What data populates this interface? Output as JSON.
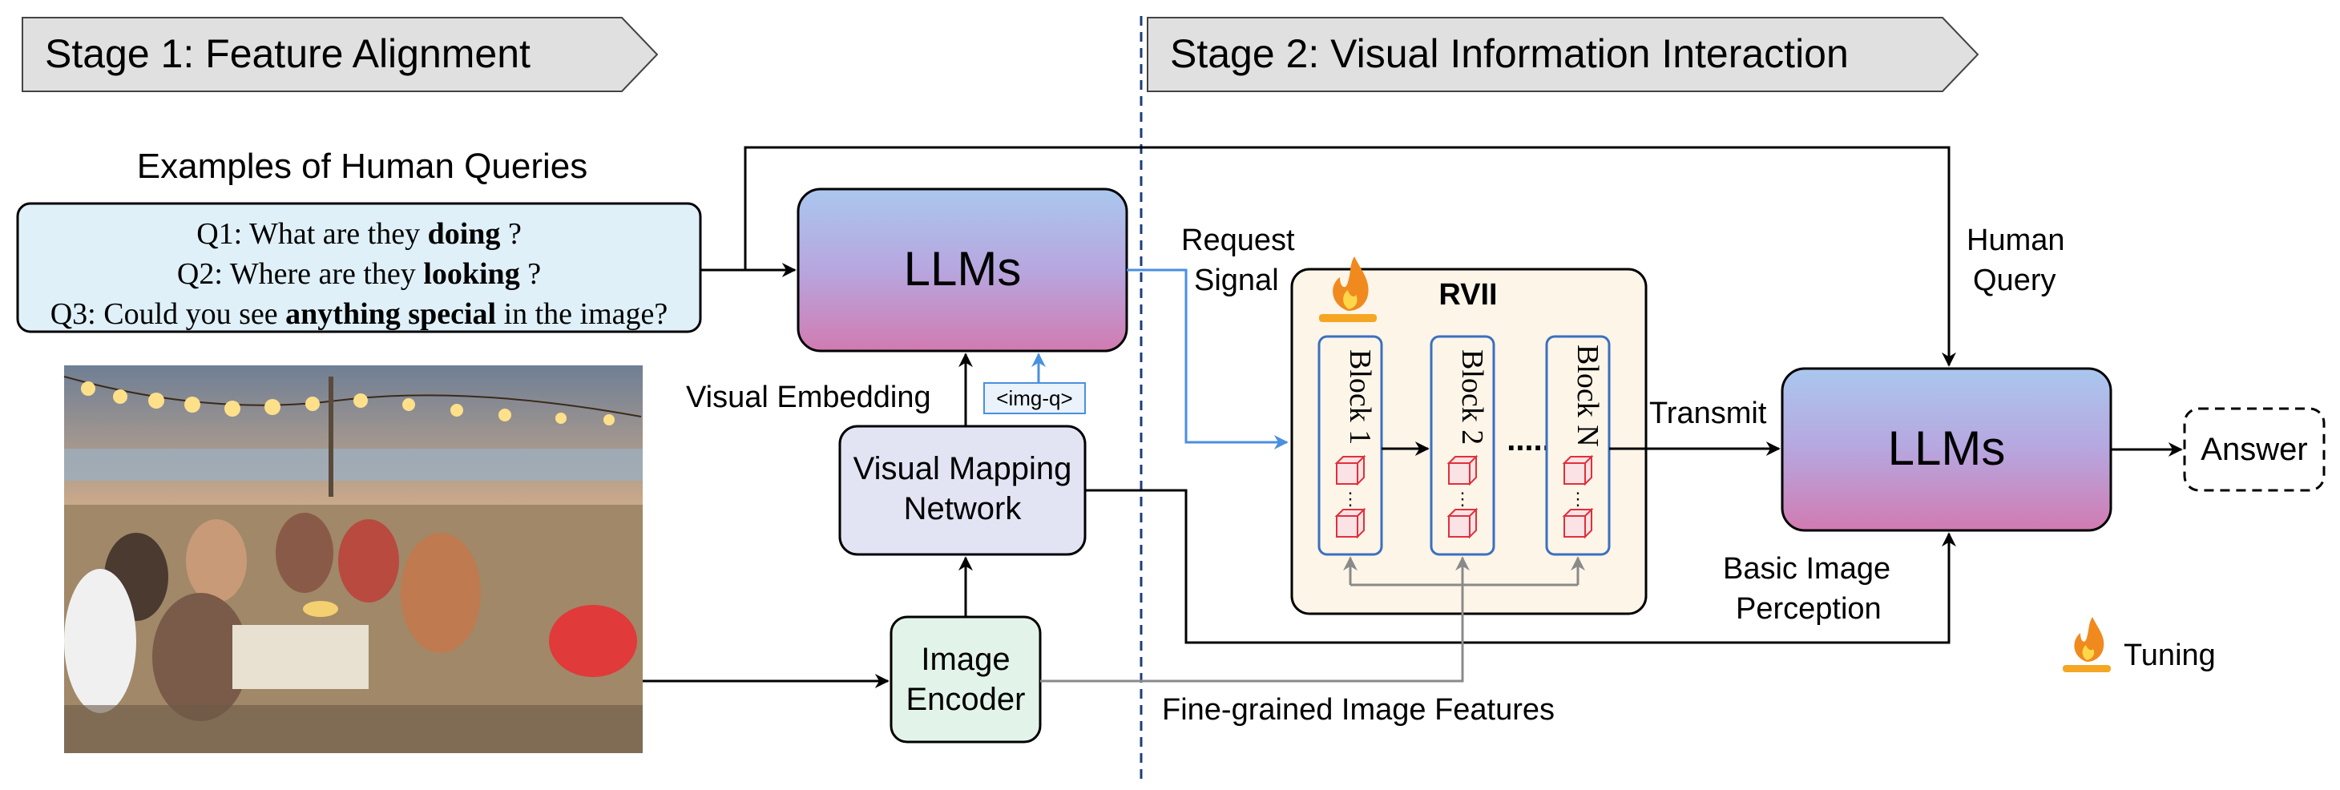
{
  "stage1": {
    "title": "Stage 1: Feature Alignment"
  },
  "stage2": {
    "title": "Stage 2: Visual Information Interaction"
  },
  "queries": {
    "heading": "Examples of Human Queries",
    "q1": {
      "pre": "Q1: What are they ",
      "bold": "doing",
      "post": " ?"
    },
    "q2": {
      "pre": "Q2: Where are they ",
      "bold": "looking",
      "post": " ?"
    },
    "q3": {
      "pre": "Q3: Could you see ",
      "bold": "anything special",
      "post": " in the image?"
    }
  },
  "llm1": {
    "label": "LLMs"
  },
  "llm2": {
    "label": "LLMs"
  },
  "labels": {
    "visual_embedding": "Visual Embedding",
    "img_q": "<img-q>",
    "request_signal_1": "Request",
    "request_signal_2": "Signal",
    "human_query_1": "Human",
    "human_query_2": "Query",
    "transmit": "Transmit",
    "basic_perception_1": "Basic Image",
    "basic_perception_2": "Perception",
    "fine_grained": "Fine-grained Image Features",
    "tuning": "Tuning",
    "answer": "Answer"
  },
  "vmn": {
    "line1": "Visual Mapping",
    "line2": "Network"
  },
  "encoder": {
    "line1": "Image",
    "line2": "Encoder"
  },
  "rvii": {
    "title": "RVII",
    "blocks": [
      "Block 1",
      "Block 2",
      "Block N"
    ],
    "ellipsis": "....."
  },
  "colors": {
    "query_box_fill": "#dff0f8",
    "llm_top": "#aac7ee",
    "llm_bottom": "#d17bb1",
    "vmn_fill": "#e2e4f3",
    "encoder_fill": "#e2f4ea",
    "rvii_fill": "#fdf5e8",
    "stage_banner_fill": "#e0e0e0",
    "blue_arrow": "#4a8fe0",
    "gray_arrow": "#8a8a8a",
    "divider": "#1f3c7a",
    "cube_red": "#e0303a",
    "flame": "#f08a1e"
  },
  "photo": {
    "description_icon": "photo-icon"
  }
}
